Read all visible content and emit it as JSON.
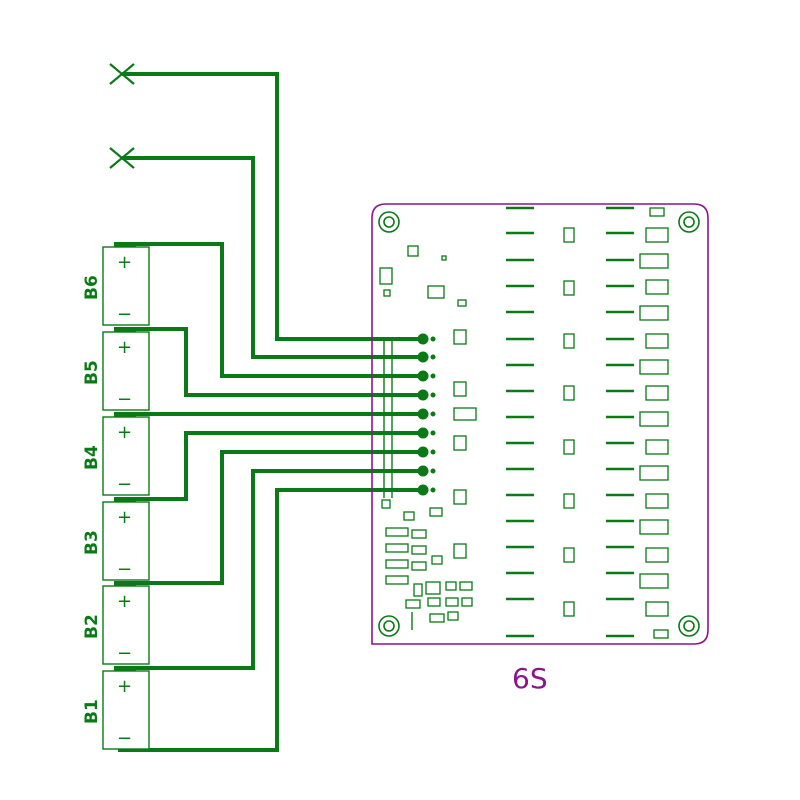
{
  "cells": [
    {
      "label": "B6",
      "plus": "+",
      "minus": "−"
    },
    {
      "label": "B5",
      "plus": "+",
      "minus": "−"
    },
    {
      "label": "B4",
      "plus": "+",
      "minus": "−"
    },
    {
      "label": "B3",
      "plus": "+",
      "minus": "−"
    },
    {
      "label": "B2",
      "plus": "+",
      "minus": "−"
    },
    {
      "label": "B1",
      "plus": "+",
      "minus": "−"
    }
  ],
  "board": {
    "title": "6S"
  },
  "colors": {
    "wire": "#0a7a16",
    "board_outline": "#8a158c",
    "background": "#ffffff"
  }
}
